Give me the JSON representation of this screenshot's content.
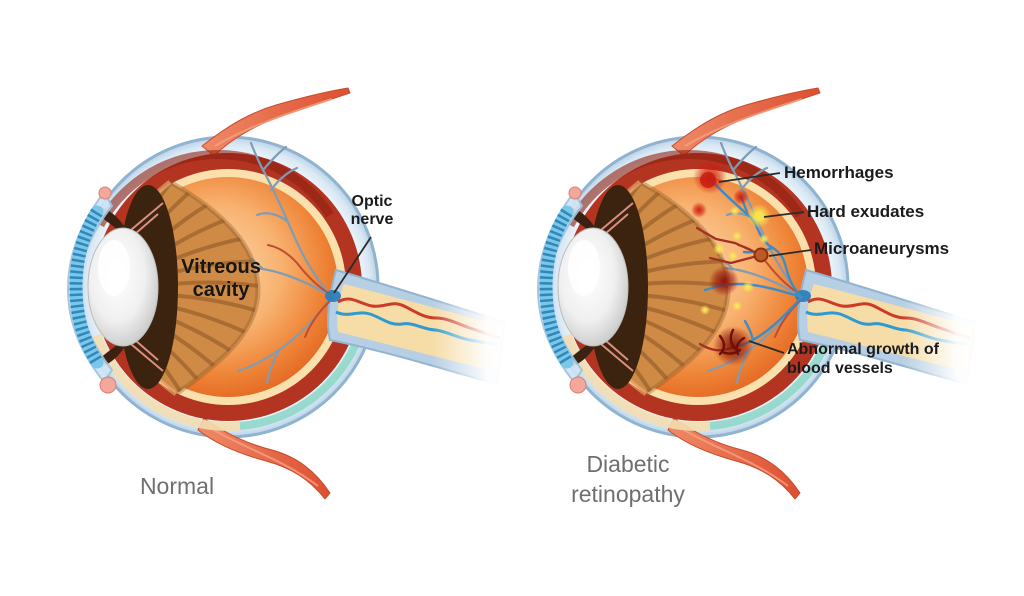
{
  "normal_panel": {
    "caption": "Normal",
    "labels": {
      "vitreous": "Vitreous cavity",
      "optic_nerve": "Optic nerve"
    }
  },
  "diabetic_panel": {
    "caption": "Diabetic retinopathy",
    "labels": {
      "hemorrhages": "Hemorrhages",
      "hard_exudates": "Hard exudates",
      "microaneurysms": "Microaneurysms",
      "abnormal_growth": "Abnormal growth of blood vessels"
    }
  },
  "colors": {
    "label_text": "#1b1b1b",
    "caption_text": "#6f6f6f",
    "sclera_blue": "#b9d2e6",
    "choroid_red": "#b43422",
    "retina_cream": "#f9e0ac",
    "vitreous_orange": "#f08336",
    "muscle_red": "#e0583a",
    "iris_blue": "#4fa8d8",
    "lens_gray": "#e8e8e8",
    "ciliary_brown": "#cf8a46",
    "vessel_blue": "#4a90c8",
    "vessel_gray": "#7f9cb5",
    "hemorrhage_red": "#c41f14",
    "exudate_yellow": "#f5e04a",
    "neovascular_dark_red": "#7e150a"
  }
}
